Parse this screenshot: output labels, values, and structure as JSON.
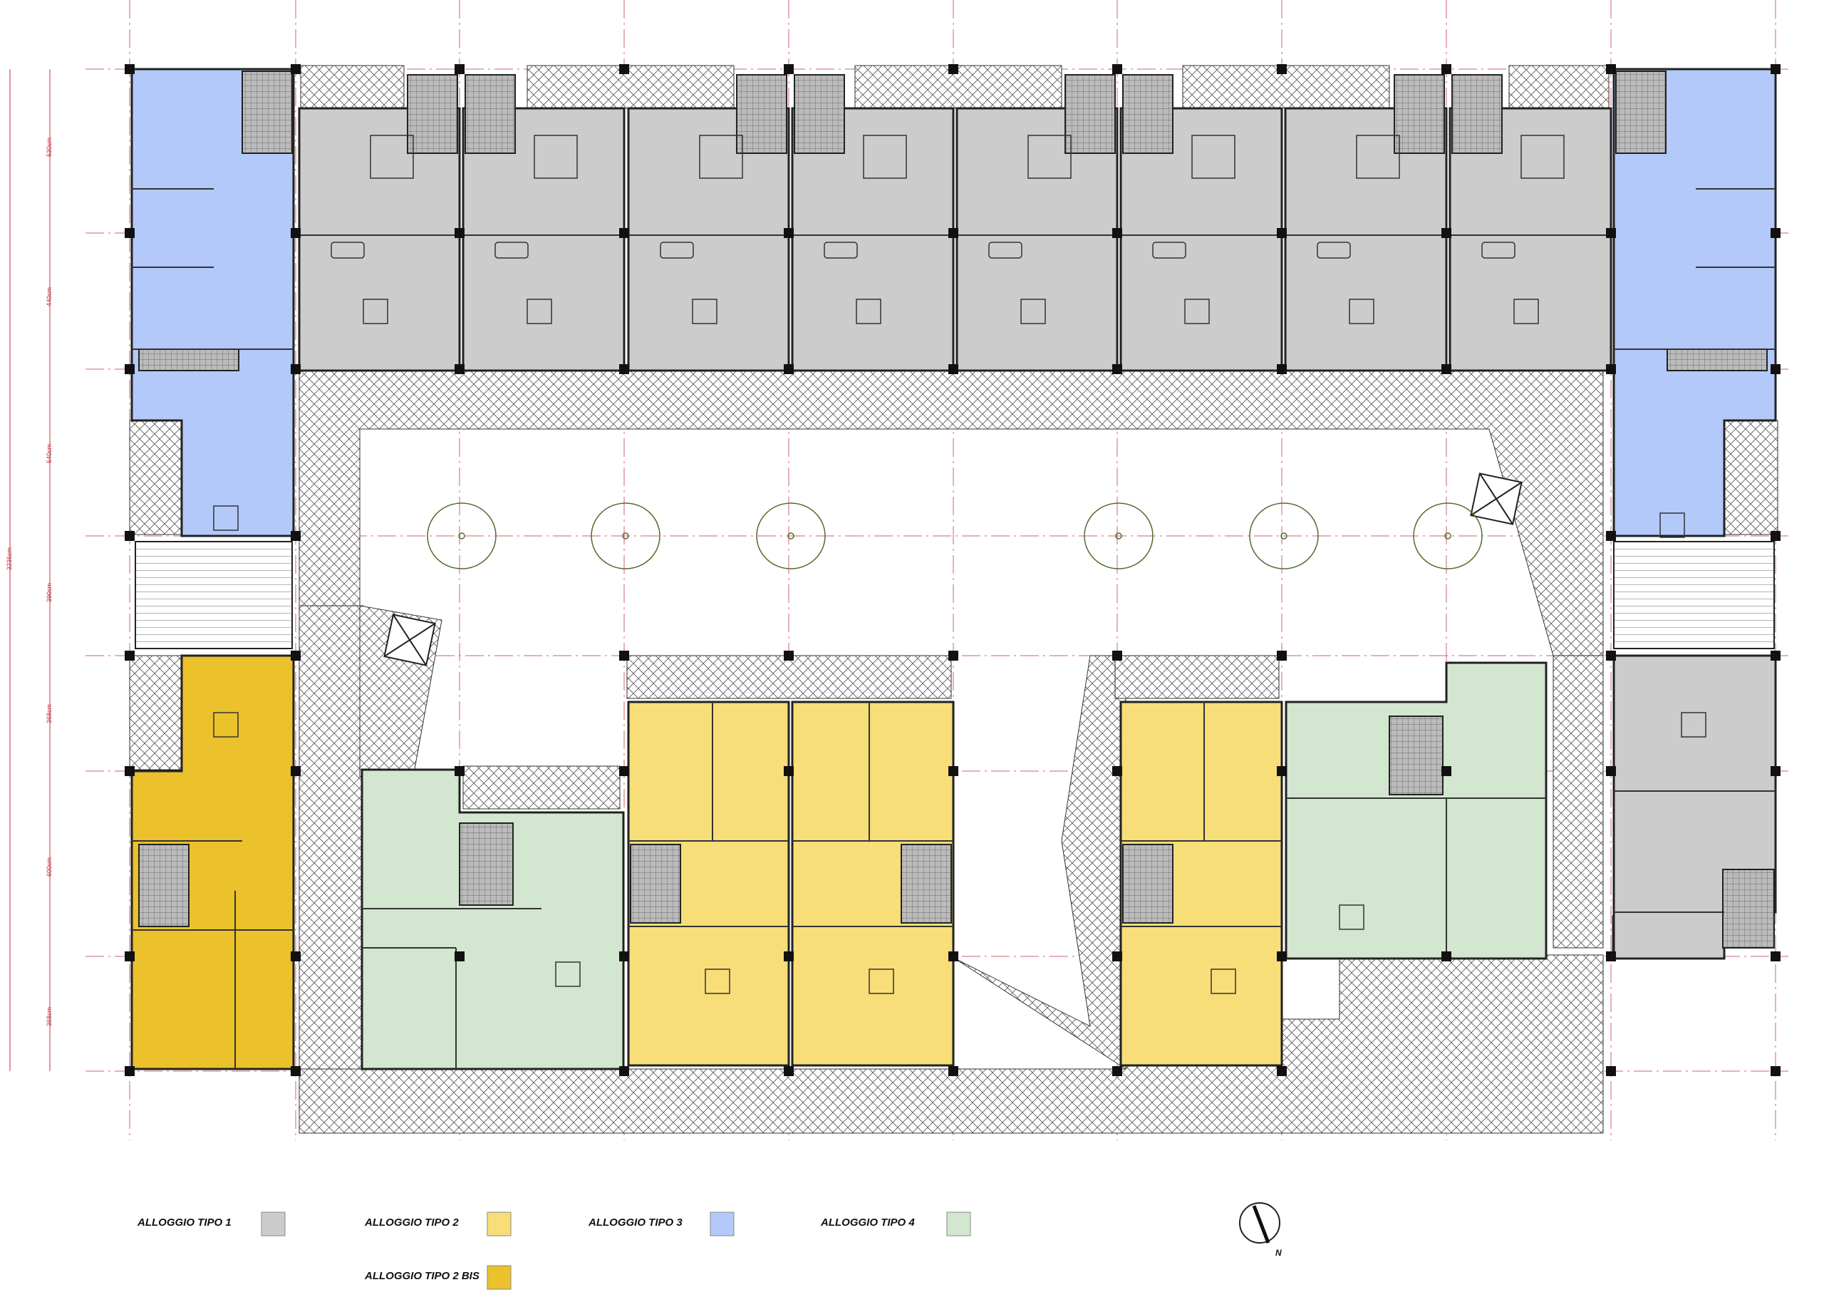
{
  "dimensions": {
    "total": "3236cm",
    "rows": [
      "530cm",
      "440cm",
      "540cm",
      "390cm",
      "368cm",
      "600cm",
      "368cm"
    ]
  },
  "legend": [
    {
      "label": "ALLOGGIO TIPO 1",
      "color": "#cccccc"
    },
    {
      "label": "ALLOGGIO TIPO 2",
      "color": "#f7de79"
    },
    {
      "label": "ALLOGGIO TIPO 3",
      "color": "#b3c9f9"
    },
    {
      "label": "ALLOGGIO TIPO 4",
      "color": "#d3e6cf"
    },
    {
      "label": "ALLOGGIO TIPO 2 BIS",
      "color": "#ebc12c"
    }
  ],
  "north": {
    "label": "N"
  },
  "colors": {
    "tipo1": "#cccccc",
    "tipo2": "#f7de79",
    "tipo3": "#b3c9f9",
    "tipo4": "#d3e6cf",
    "tipo2bis": "#ebc12c",
    "axis": "#c03040",
    "wall": "#222222",
    "hatch": "#555555"
  }
}
